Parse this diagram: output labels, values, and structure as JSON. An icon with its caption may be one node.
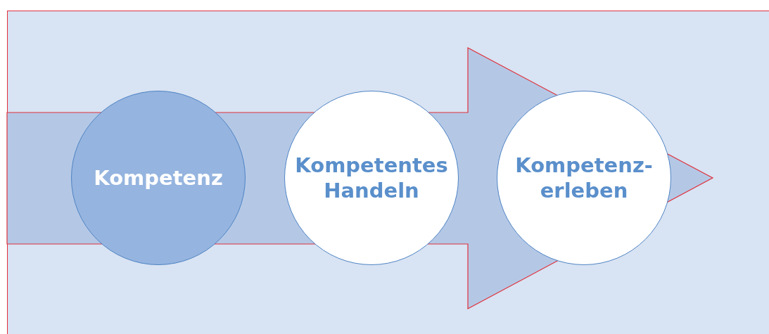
{
  "diagram": {
    "nodes": [
      {
        "text": [
          "Kompetenz"
        ]
      },
      {
        "text": [
          "Kompetentes Handeln"
        ]
      },
      {
        "text": [
          "Kompetenz- erleben"
        ]
      }
    ]
  }
}
